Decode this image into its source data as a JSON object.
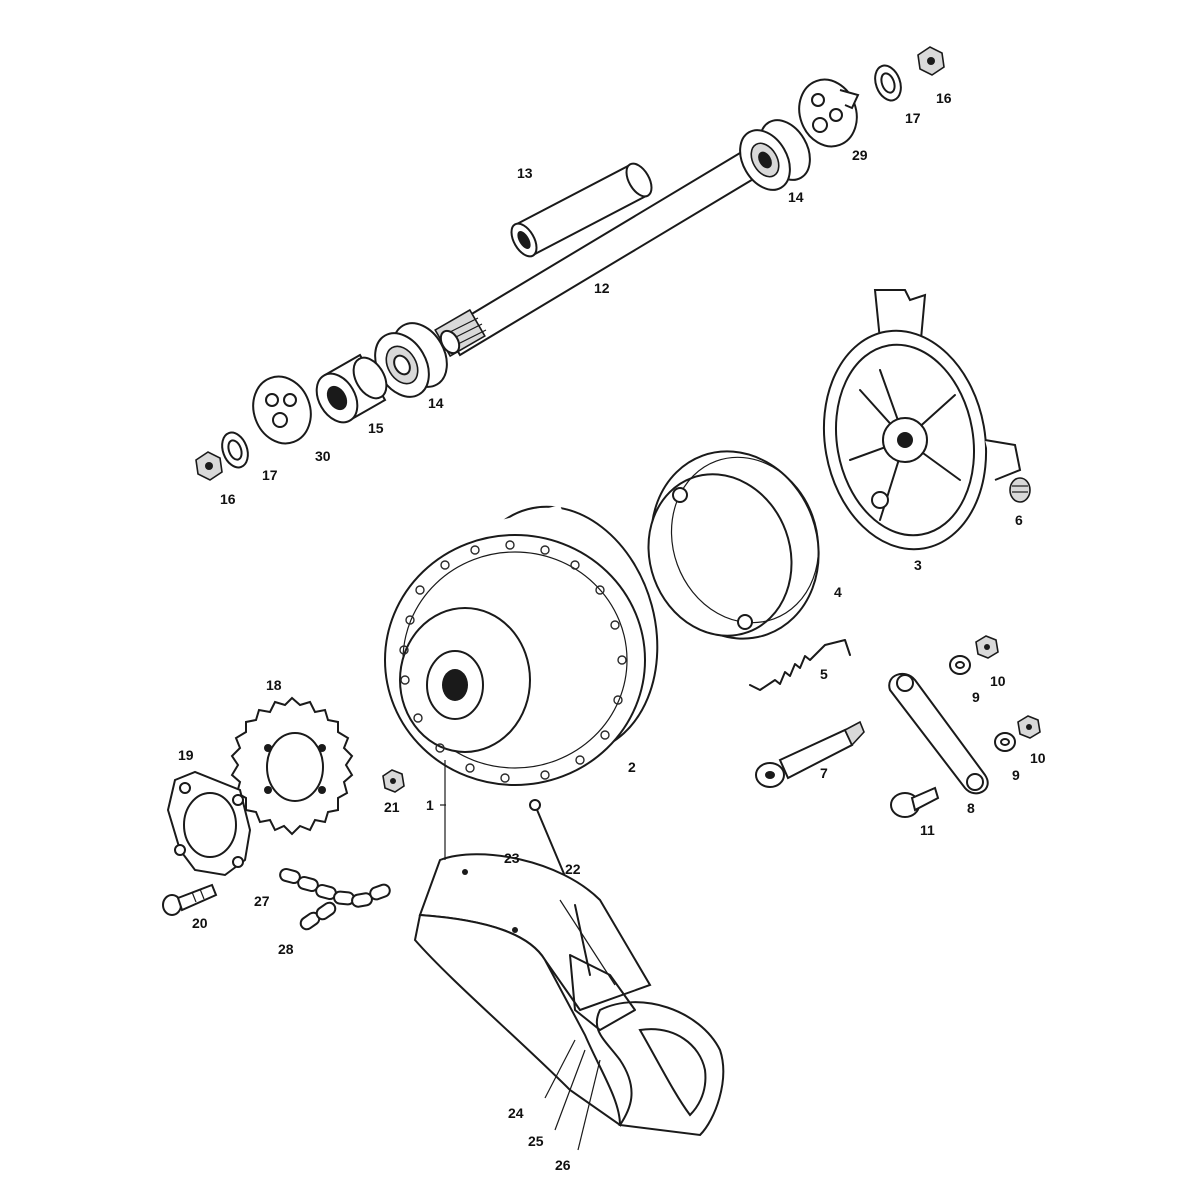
{
  "labels": {
    "l1": "1",
    "l2": "2",
    "l3": "3",
    "l4": "4",
    "l5": "5",
    "l6": "6",
    "l7": "7",
    "l8": "8",
    "l9a": "9",
    "l9b": "9",
    "l10a": "10",
    "l10b": "10",
    "l11": "11",
    "l12": "12",
    "l13": "13",
    "l14a": "14",
    "l14b": "14",
    "l15": "15",
    "l16a": "16",
    "l16b": "16",
    "l17a": "17",
    "l17b": "17",
    "l18": "18",
    "l19": "19",
    "l20": "20",
    "l21": "21",
    "l22": "22",
    "l23": "23",
    "l24": "24",
    "l25": "25",
    "l26": "26",
    "l27": "27",
    "l28": "28",
    "l29": "29",
    "l30": "30"
  }
}
